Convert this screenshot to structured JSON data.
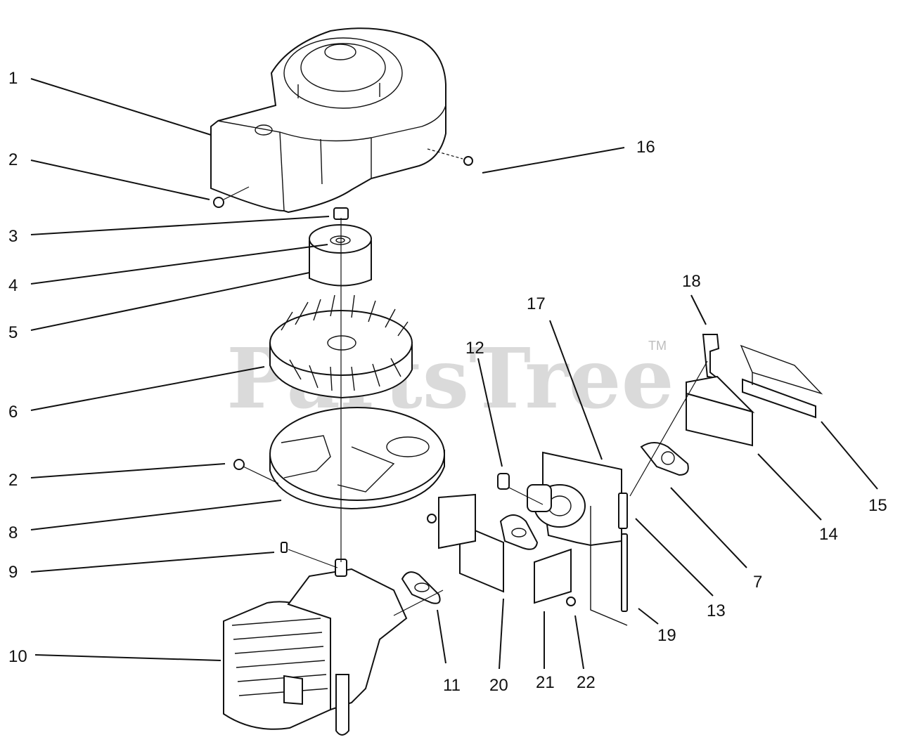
{
  "watermark": {
    "text": "PartsTree",
    "mark": "TM"
  },
  "callouts": [
    "1",
    "2",
    "3",
    "4",
    "5",
    "6",
    "2",
    "8",
    "9",
    "10",
    "16",
    "18",
    "17",
    "12",
    "15",
    "14",
    "7",
    "13",
    "19",
    "11",
    "20",
    "21",
    "22"
  ]
}
